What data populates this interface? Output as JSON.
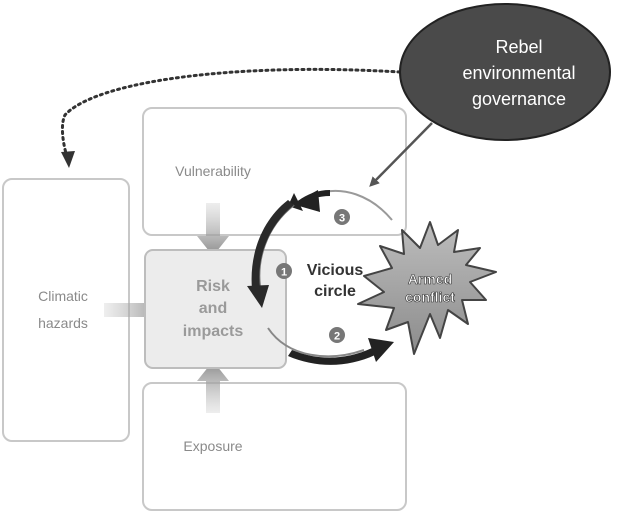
{
  "boxes": {
    "climatic_hazards": [
      "Climatic",
      "hazards"
    ],
    "vulnerability": "Vulnerability",
    "exposure": "Exposure",
    "risk_impacts": [
      "Risk",
      "and",
      "impacts"
    ]
  },
  "vicious_circle": [
    "Vicious",
    "circle"
  ],
  "armed_conflict": [
    "Armed",
    "conflict"
  ],
  "governance": [
    "Rebel",
    "environmental",
    "governance"
  ],
  "steps": [
    "1",
    "2",
    "3"
  ]
}
